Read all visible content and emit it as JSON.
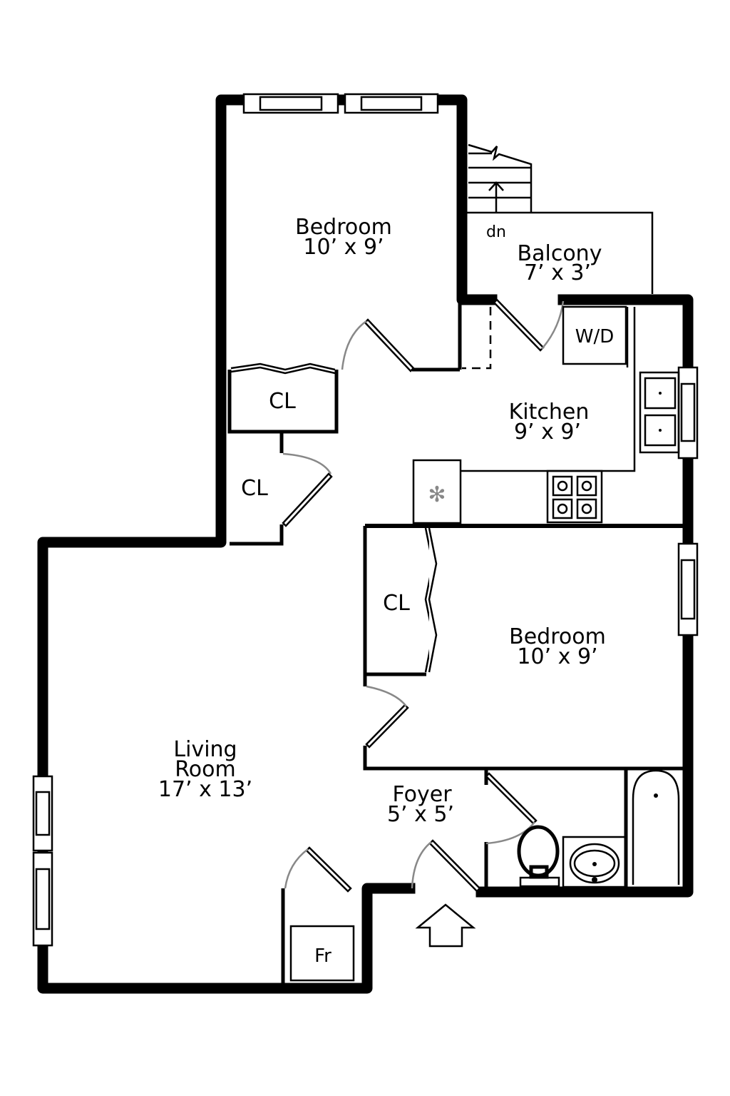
{
  "rooms": {
    "bedroom_1": {
      "name": "Bedroom",
      "size": "10’ x 9’"
    },
    "balcony": {
      "name": "Balcony",
      "size": "7’ x 3’"
    },
    "kitchen": {
      "name": "Kitchen",
      "size": "9’ x 9’"
    },
    "bedroom_2": {
      "name": "Bedroom",
      "size": "10’ x 9’"
    },
    "living_room": {
      "name_line1": "Living",
      "name_line2": "Room",
      "size": "17’ x 13’"
    },
    "foyer": {
      "name": "Foyer",
      "size": "5’ x 5’"
    }
  },
  "labels": {
    "closet_1": "CL",
    "closet_2": "CL",
    "closet_3": "CL",
    "washer_dryer": "W/D",
    "stairs_down": "dn",
    "fridge_closet": "Fr"
  },
  "colors": {
    "wall": "#000000",
    "door_swing": "#888888",
    "background": "#ffffff"
  }
}
